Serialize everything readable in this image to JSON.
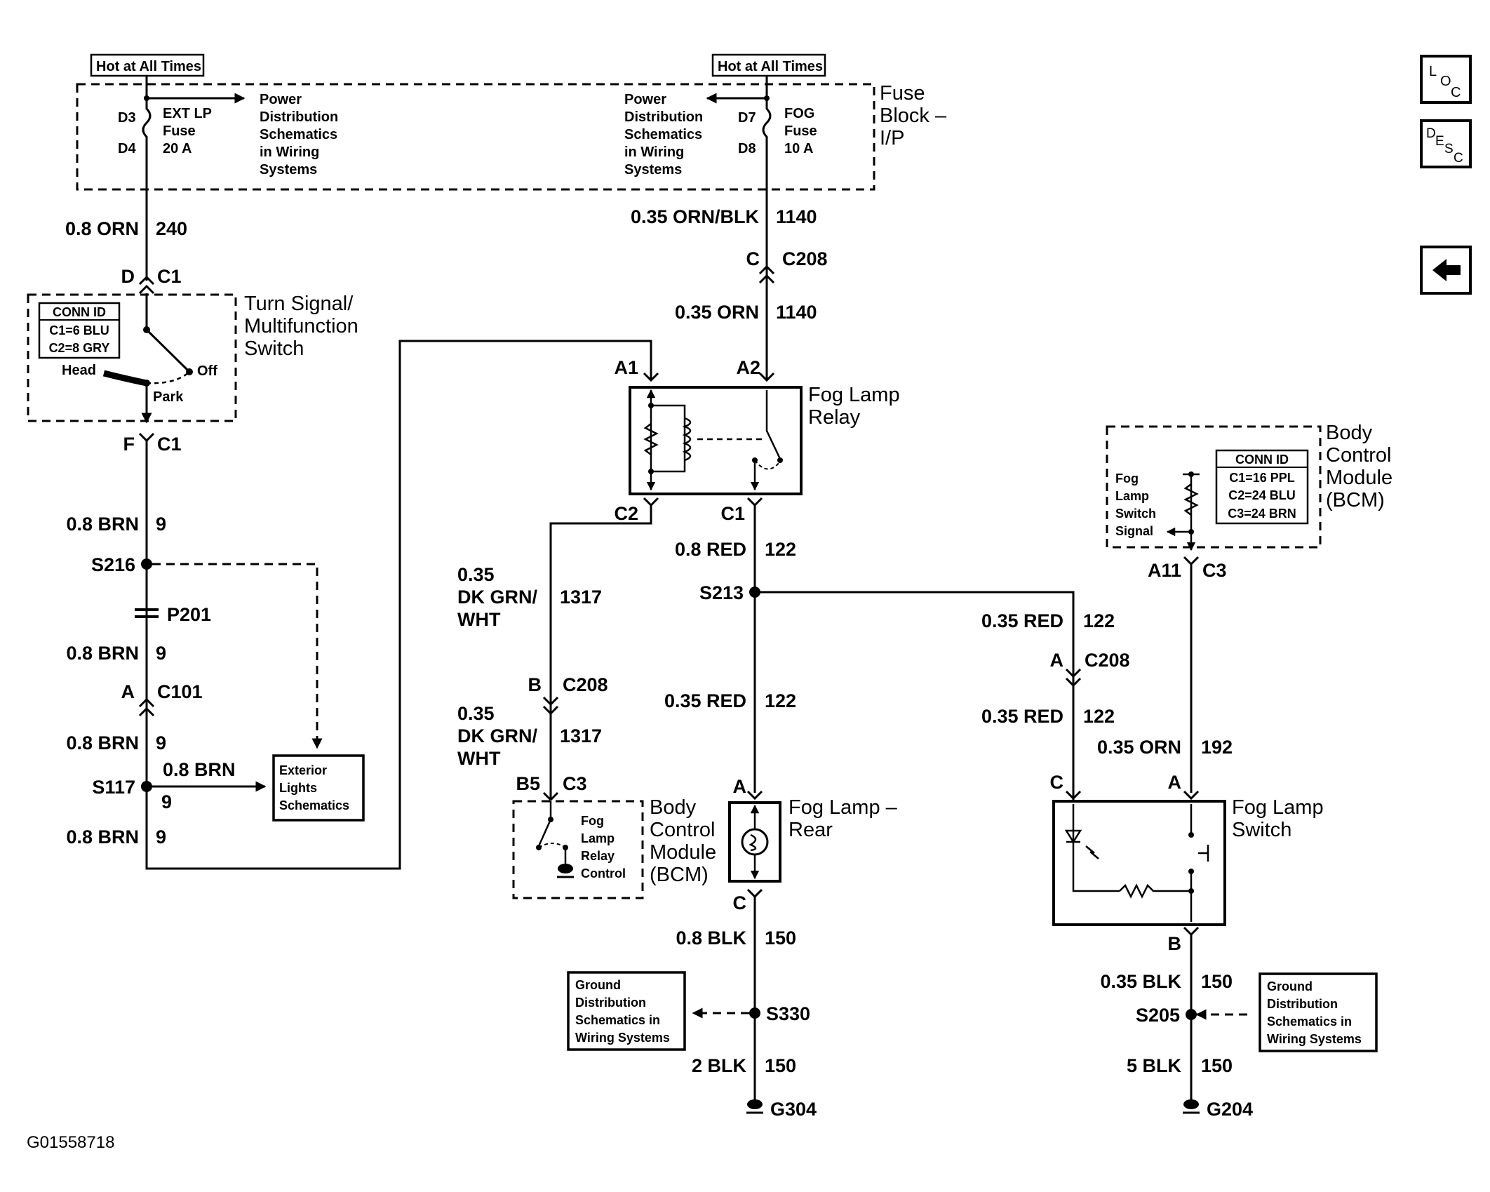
{
  "nav": {
    "loc": [
      "L",
      "O",
      "C"
    ],
    "desc": [
      "D",
      "E",
      "S",
      "C"
    ]
  },
  "hot_left": "Hot at All Times",
  "hot_right": "Hot at All Times",
  "fuse_block": [
    "Fuse",
    "Block –",
    "I/P"
  ],
  "left_fuse": {
    "pin_top": "D3",
    "pin_bottom": "D4",
    "text": [
      "EXT LP",
      "Fuse",
      "20 A"
    ]
  },
  "right_fuse": {
    "pin_top": "D7",
    "pin_bottom": "D8",
    "text": [
      "FOG",
      "Fuse",
      "10 A"
    ]
  },
  "power_dist": [
    "Power",
    "Distribution",
    "Schematics",
    "in Wiring",
    "Systems"
  ],
  "wires": {
    "w240": [
      "0.8 ORN",
      "240"
    ],
    "w1140a": [
      "0.35 ORN/BLK",
      "1140"
    ],
    "w1140b": [
      "0.35 ORN",
      "1140"
    ],
    "w9a": [
      "0.8 BRN",
      "9"
    ],
    "w9b": [
      "0.8 BRN",
      "9"
    ],
    "w9c": [
      "0.8 BRN",
      "9"
    ],
    "w9d": [
      "0.8 BRN",
      "9"
    ],
    "w9e": [
      "0.8 BRN",
      "9"
    ],
    "w122a": [
      "0.8 RED",
      "122"
    ],
    "w122b": [
      "0.35 RED",
      "122"
    ],
    "w122c": [
      "0.35 RED",
      "122"
    ],
    "w122d": [
      "0.35 RED",
      "122"
    ],
    "w1317a": [
      "0.35",
      "DK GRN/",
      "WHT",
      "1317"
    ],
    "w1317b": [
      "0.35",
      "DK GRN/",
      "WHT",
      "1317"
    ],
    "w192": [
      "0.35 ORN",
      "192"
    ],
    "w150a": [
      "0.8 BLK",
      "150"
    ],
    "w150b": [
      "2 BLK",
      "150"
    ],
    "w150c": [
      "0.35 BLK",
      "150"
    ],
    "w150d": [
      "5 BLK",
      "150"
    ]
  },
  "connectors": {
    "dc1": [
      "D",
      "C1"
    ],
    "fc1": [
      "F",
      "C1"
    ],
    "ac101": [
      "A",
      "C101"
    ],
    "cc208": [
      "C",
      "C208"
    ],
    "a1": "A1",
    "a2": "A2",
    "c2": "C2",
    "c1": "C1",
    "bc208": [
      "B",
      "C208"
    ],
    "b5c3": [
      "B5",
      "C3"
    ],
    "ac208": [
      "A",
      "C208"
    ],
    "a11c3": [
      "A11",
      "C3"
    ],
    "lamp_a": "A",
    "lamp_c": "C",
    "sw_c": "C",
    "sw_a": "A",
    "sw_b": "B"
  },
  "splices": {
    "s216": "S216",
    "p201": "P201",
    "s117": "S117",
    "s213": "S213",
    "s330": "S330",
    "s205": "S205"
  },
  "grounds": {
    "g304": "G304",
    "g204": "G204"
  },
  "turn_switch": {
    "title": [
      "Turn Signal/",
      "Multifunction",
      "Switch"
    ],
    "conn_id": [
      "CONN ID",
      "C1=6 BLU",
      "C2=8 GRY"
    ],
    "head": "Head",
    "off": "Off",
    "park": "Park"
  },
  "relay_title": [
    "Fog Lamp",
    "Relay"
  ],
  "bcm_left": {
    "title": [
      "Body",
      "Control",
      "Module",
      "(BCM)"
    ],
    "inner": [
      "Fog",
      "Lamp",
      "Relay",
      "Control"
    ]
  },
  "bcm_right": {
    "title": [
      "Body",
      "Control",
      "Module",
      "(BCM)"
    ],
    "inner": [
      "Fog",
      "Lamp",
      "Switch",
      "Signal"
    ],
    "conn_id": [
      "CONN ID",
      "C1=16 PPL",
      "C2=24 BLU",
      "C3=24 BRN"
    ]
  },
  "fog_rear": [
    "Fog Lamp –",
    "Rear"
  ],
  "fog_switch": [
    "Fog Lamp",
    "Switch"
  ],
  "exterior": [
    "Exterior",
    "Lights",
    "Schematics"
  ],
  "ground_dist": [
    "Ground",
    "Distribution",
    "Schematics in",
    "Wiring Systems"
  ],
  "figure_id": "G01558718"
}
